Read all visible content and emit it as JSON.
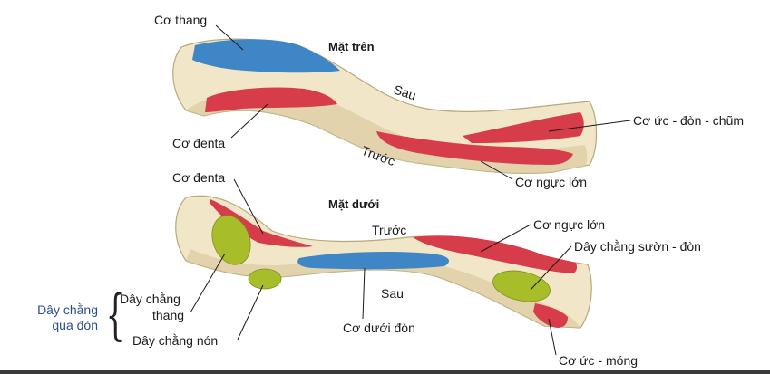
{
  "views": {
    "top": {
      "title": "Mặt trên",
      "side_back": "Sau",
      "side_front": "Trước"
    },
    "bottom": {
      "title": "Mặt dưới",
      "side_front": "Trước",
      "side_back": "Sau"
    }
  },
  "labels": {
    "top": {
      "trapezius": "Cơ thang",
      "deltoid": "Cơ đenta",
      "sternocleidomastoid": "Cơ ức - đòn - chũm",
      "pectoralis_major": "Cơ ngực lớn"
    },
    "bottom": {
      "deltoid": "Cơ đenta",
      "pectoralis_major": "Cơ ngực lớn",
      "costoclavicular_ligament": "Dây chằng sườn - đòn",
      "subclavius": "Cơ dưới đòn",
      "sternohyoid": "Cơ ức - móng",
      "trapezoid_ligament_line1": "Dây chằng",
      "trapezoid_ligament_line2": "thang",
      "conoid_ligament": "Dây chằng nón",
      "coracoclavicular_group_line1": "Dây chằng",
      "coracoclavicular_group_line2": "quạ đòn"
    }
  },
  "colors": {
    "bone": "#f1e6c8",
    "bone_shade": "#d9c9a0",
    "muscle_red": "#d63c4a",
    "muscle_blue": "#3f86c6",
    "ligament_green": "#a8bd2a",
    "group_text": "#2b4f8a"
  }
}
